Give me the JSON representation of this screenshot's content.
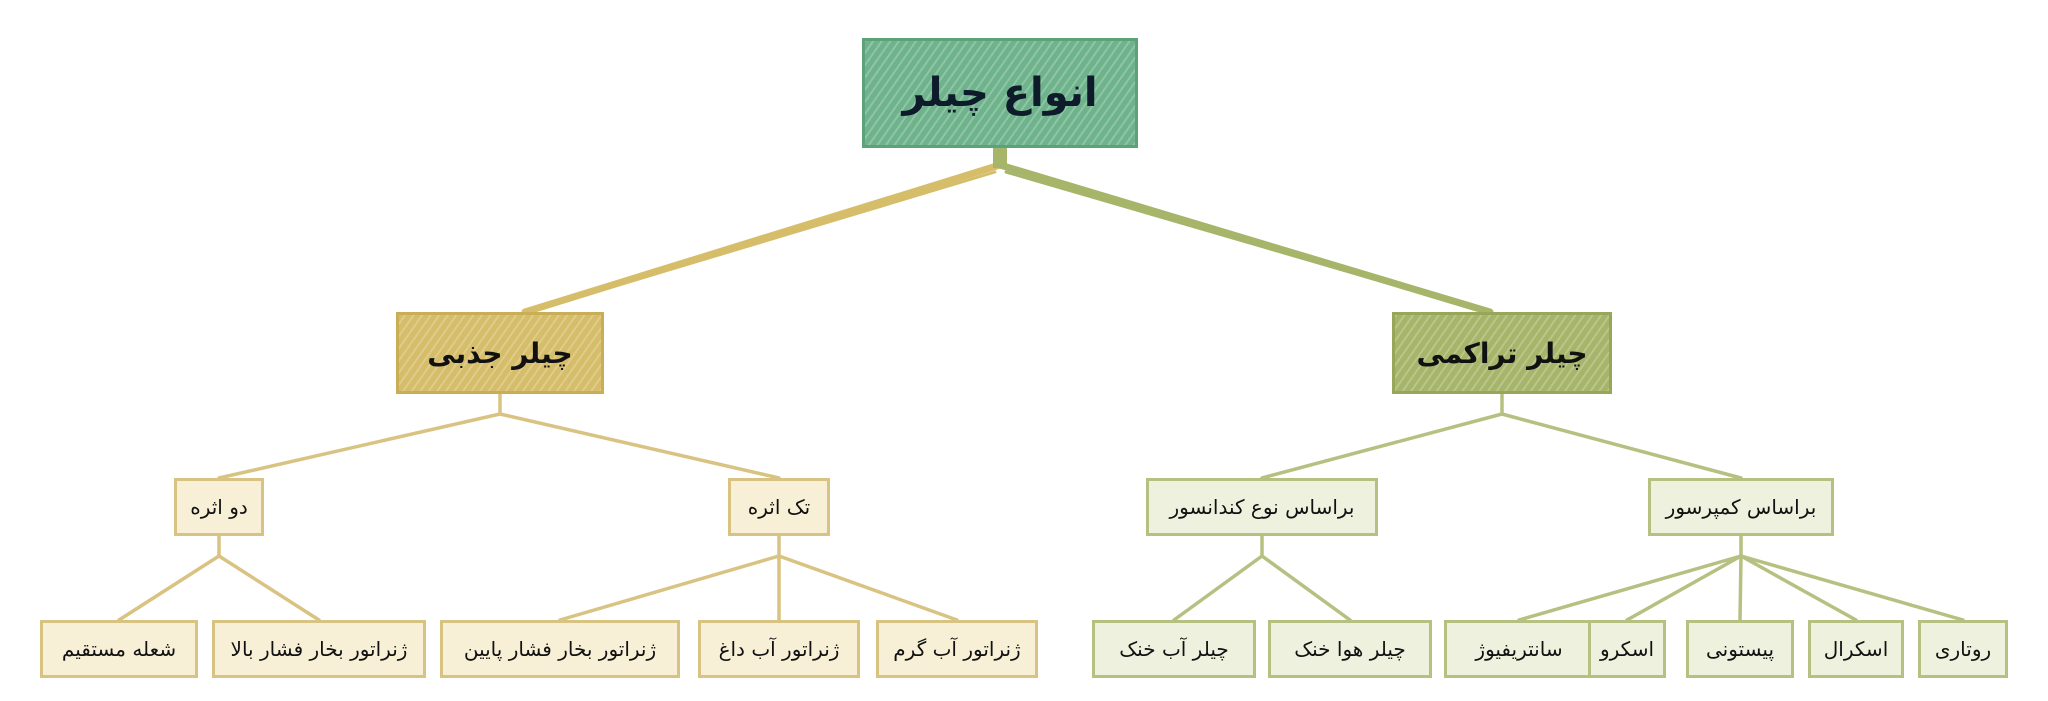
{
  "title": "انواع چیلر",
  "colors": {
    "root_fill": "#6fb38c",
    "absorption_fill": "#d6bd6a",
    "compression_fill": "#a6b56a",
    "absorption_leaf_fill": "#f7efd6",
    "compression_leaf_fill": "#eef1de",
    "absorption_edge": "#d9c383",
    "compression_edge": "#b5c081"
  },
  "absorption": {
    "label": "چیلر جذبی",
    "double_effect": {
      "label": "دو اثره",
      "children": [
        "شعله مستقیم",
        "ژنراتور بخار فشار بالا"
      ]
    },
    "single_effect": {
      "label": "تک اثره",
      "children": [
        "ژنراتور بخار فشار پایین",
        "ژنراتور آب داغ",
        "ژنراتور آب گرم"
      ]
    }
  },
  "compression": {
    "label": "چیلر تراکمی",
    "by_condenser": {
      "label": "براساس نوع کندانسور",
      "children": [
        "چیلر آب خنک",
        "چیلر هوا خنک"
      ]
    },
    "by_compressor": {
      "label": "براساس کمپرسور",
      "children": [
        "سانتریفیوژ",
        "اسکرو",
        "پیستونی",
        "اسکرال",
        "روتاری"
      ]
    }
  }
}
